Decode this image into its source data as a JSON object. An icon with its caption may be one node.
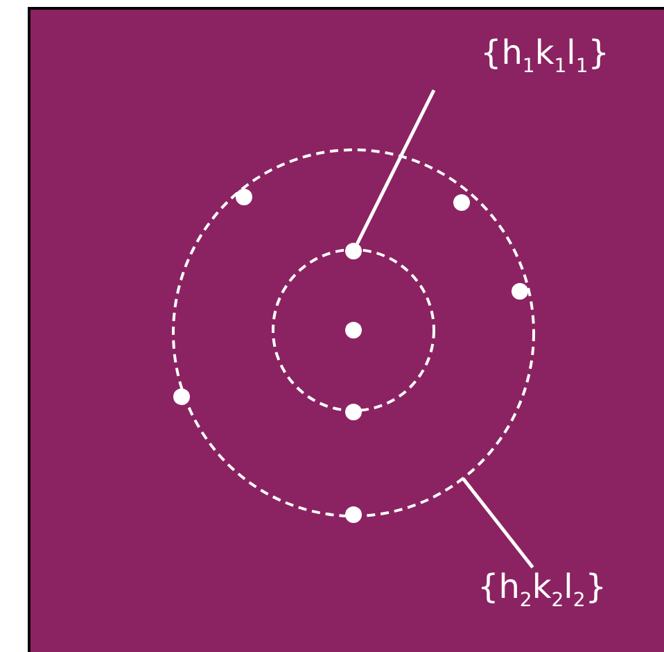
{
  "diagram": {
    "nodes": [
      {
        "text": [
          "{h$_{1}$k$_{1}$l$_{1}$}"
        ]
      },
      {
        "text": [],
        "shape": "circle",
        "in": 3
      },
      {
        "text": [
          "{h$_{2}$k$_{2}$l$_{2}$}"
        ]
      },
      {
        "text": [],
        "shape": "circle"
      }
    ],
    "edges": [
      {
        "from": 0,
        "to": 1,
        "arrow": "none"
      },
      {
        "from": 2,
        "to": 3,
        "arrow": "none"
      }
    ]
  }
}
